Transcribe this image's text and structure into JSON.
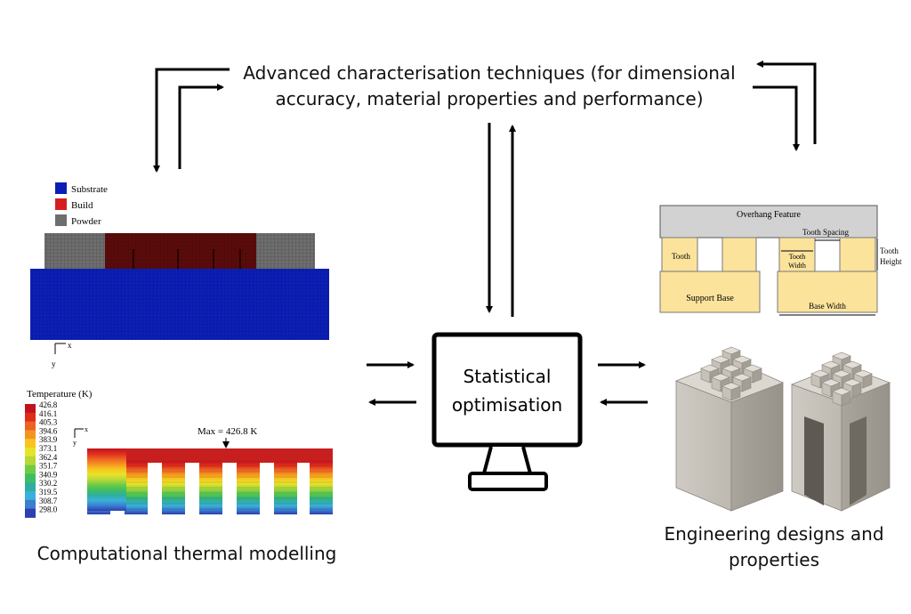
{
  "header": {
    "line1": "Advanced characterisation techniques (for dimensional",
    "line2": "accuracy, material properties and performance)"
  },
  "center": {
    "line1": "Statistical",
    "line2": "optimisation"
  },
  "left": {
    "caption": "Computational thermal modelling",
    "legend": [
      "Substrate",
      "Build",
      "Powder"
    ],
    "legend_colors": [
      "#0a1eb5",
      "#d51f1f",
      "#6e6e6e"
    ],
    "axis_x": "x",
    "axis_y": "y",
    "temp_title": "Temperature (K)",
    "temp_ticks": [
      "426.8",
      "416.1",
      "405.3",
      "394.6",
      "383.9",
      "373.1",
      "362.4",
      "351.7",
      "340.9",
      "330.2",
      "319.5",
      "308.7",
      "298.0"
    ],
    "temp_colors": [
      "#c1121f",
      "#df2d1b",
      "#ee6223",
      "#f6931f",
      "#f7c51f",
      "#e8e327",
      "#b6d83a",
      "#6fcc45",
      "#3fbd63",
      "#2fae9f",
      "#3ab1d8",
      "#3a7fd0",
      "#2e3fb0"
    ],
    "max_label": "Max = 426.8 K"
  },
  "right": {
    "caption_line1": "Engineering designs and",
    "caption_line2": "properties",
    "overhang": "Overhang Feature",
    "tooth_spacing": "Tooth Spacing",
    "tooth": "Tooth",
    "tooth_width_1": "Tooth",
    "tooth_width_2": "Width",
    "tooth_height_1": "Tooth",
    "tooth_height_2": "Height",
    "support_base": "Support Base",
    "base_width": "Base Width"
  }
}
